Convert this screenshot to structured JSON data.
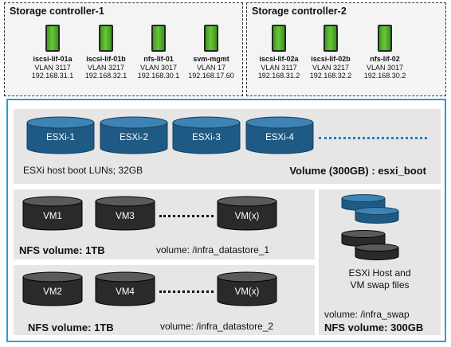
{
  "controllers": [
    {
      "title": "Storage controller-1",
      "lifs": [
        {
          "name": "iscsi-lif-01a",
          "vlan": "VLAN 3117",
          "ip": "192.168.31.1"
        },
        {
          "name": "iscsi-lif-01b",
          "vlan": "VLAN 3217",
          "ip": "192.168.32.1"
        },
        {
          "name": "nfs-lif-01",
          "vlan": "VLAN 3017",
          "ip": "192.168.30.1"
        },
        {
          "name": "svm-mgmt",
          "vlan": "VLAN 17",
          "ip": "192.168.17.60"
        }
      ]
    },
    {
      "title": "Storage controller-2",
      "lifs": [
        {
          "name": "iscsi-lif-02a",
          "vlan": "VLAN 3117",
          "ip": "192.168.31.2"
        },
        {
          "name": "iscsi-lif-02b",
          "vlan": "VLAN 3217",
          "ip": "192.168.32.2"
        },
        {
          "name": "nfs-lif-02",
          "vlan": "VLAN 3017",
          "ip": "192.168.30.2"
        }
      ]
    }
  ],
  "boot": {
    "luns": [
      "ESXi-1",
      "ESXi-2",
      "ESXi-3",
      "ESXi-4"
    ],
    "caption": "ESXi host boot LUNs; 32GB",
    "volume": "Volume (300GB) : esxi_boot"
  },
  "datastore1": {
    "vms": [
      "VM1",
      "VM3",
      "VM(x)"
    ],
    "title": "NFS volume: 1TB",
    "volume": "volume: /infra_datastore_1"
  },
  "datastore2": {
    "vms": [
      "VM2",
      "VM4",
      "VM(x)"
    ],
    "title": "NFS volume: 1TB",
    "volume": "volume: /infra_datastore_2"
  },
  "swap": {
    "desc_line1": "ESXi Host and",
    "desc_line2": "VM swap files",
    "volume": "volume: /infra_swap",
    "size": "NFS volume: 300GB"
  },
  "colors": {
    "lif_green": "#5cb82f",
    "lun_blue": "#1f5a85",
    "vm_black": "#2a2a2a",
    "border_blue": "#2a9fd8"
  }
}
